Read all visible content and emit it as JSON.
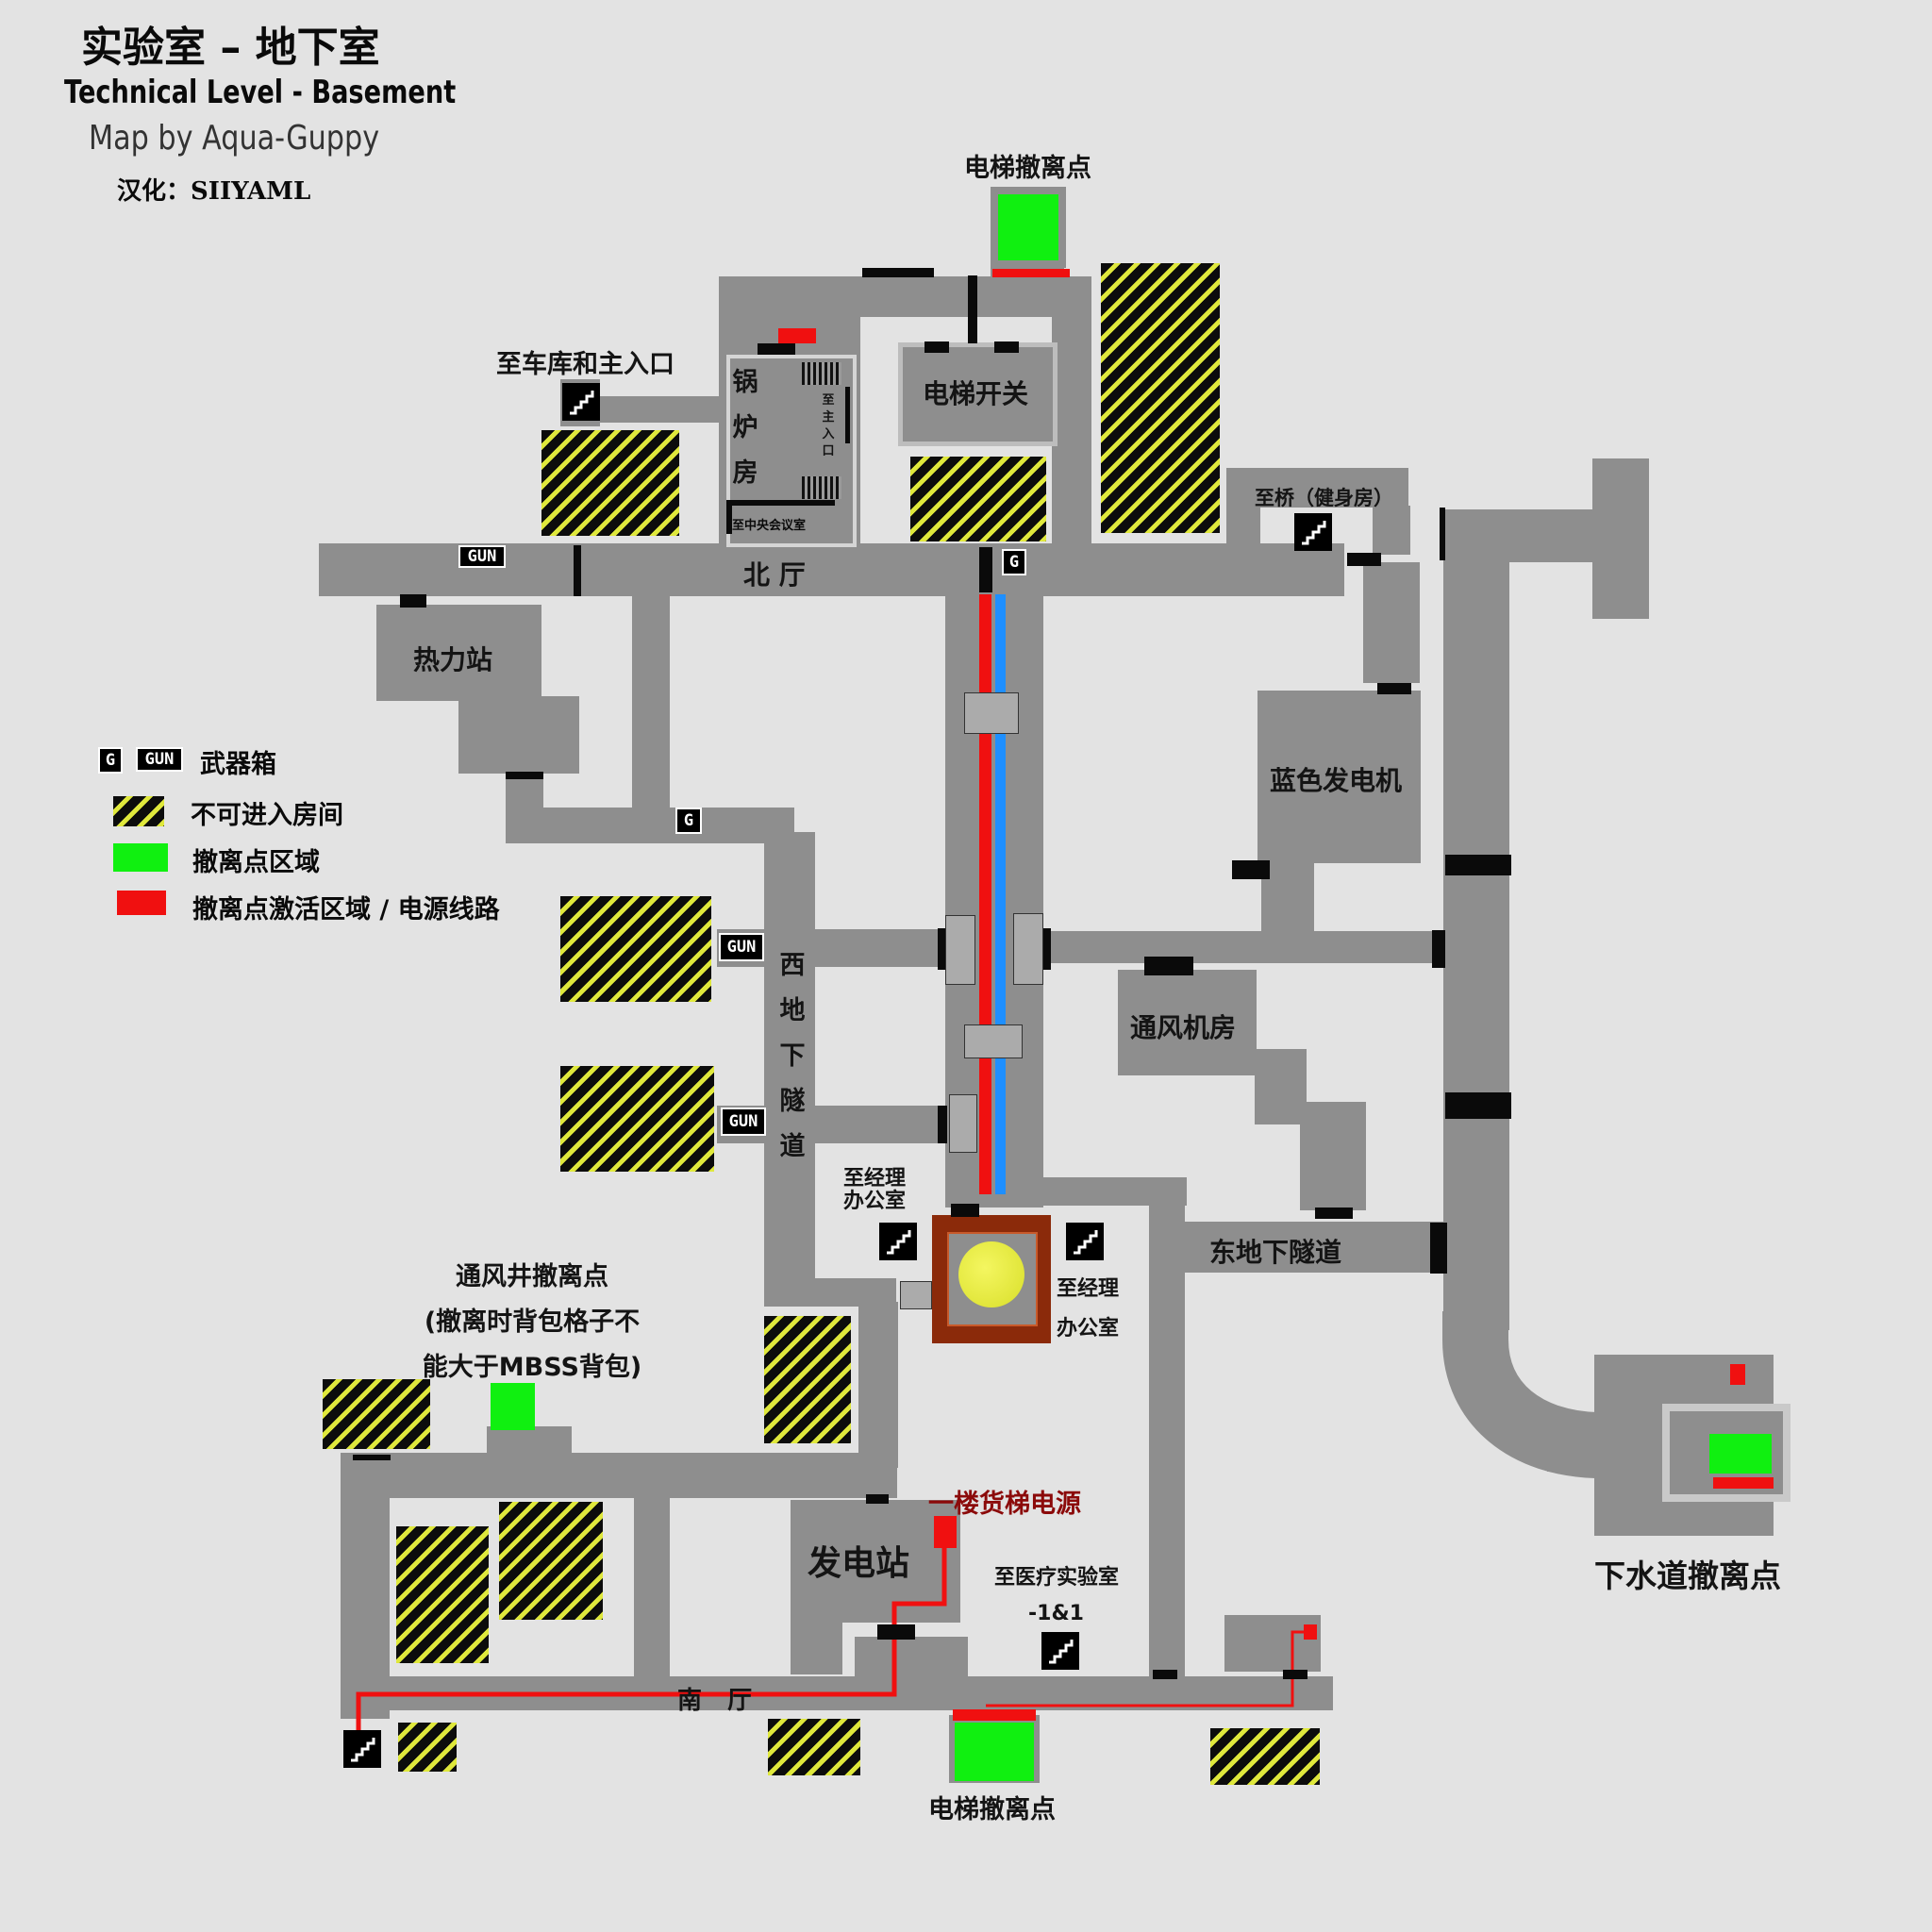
{
  "header": {
    "title_cn": "实验室 – 地下室",
    "title_en": "Technical Level - Basement",
    "credit": "Map by Aqua-Guppy",
    "translator": "汉化：SIIYAML"
  },
  "legend": {
    "weapon_badge_g": "G",
    "weapon_badge_gun": "GUN",
    "weapon": "武器箱",
    "inaccessible": "不可进入房间",
    "extract_zone": "撤离点区域",
    "activation": "撤离点激活区域 / 电源线路"
  },
  "labels": {
    "elevator_extract_top": "电梯撤离点",
    "to_garage": "至车库和主入口",
    "boiler": [
      "锅",
      "炉",
      "房"
    ],
    "to_main_entrance": [
      "至",
      "主",
      "入",
      "口"
    ],
    "to_central_meeting": "至中央会议室",
    "elevator_switch": "电梯开关",
    "to_bridge": "至桥（健身房）",
    "north_hall": "北 厅",
    "heating_station": "热力站",
    "blue_generator": "蓝色发电机",
    "west_tunnel": [
      "西",
      "地",
      "下",
      "隧",
      "道"
    ],
    "ventilation_room": "通风机房",
    "east_tunnel": "东地下隧道",
    "to_manager_left": [
      "至经理",
      "办公室"
    ],
    "to_manager_right": [
      "至经理",
      "办公室"
    ],
    "vent_extract": [
      "通风井撤离点",
      "(撤离时背包格子不",
      "能大于MBSS背包)"
    ],
    "power_station": "发电站",
    "freight_power": "一楼货梯电源",
    "to_medical": "至医疗实验室",
    "floors": "-1&1",
    "south_hall": "南   厅",
    "elevator_extract_bottom": "电梯撤离点",
    "sewer_extract": "下水道撤离点"
  },
  "badges": {
    "g1": "G",
    "g2": "G",
    "gun1": "GUN",
    "gun2": "GUN",
    "gun3": "GUN"
  },
  "colors": {
    "background": "#e3e3e3",
    "corridor": "#8e8e8e",
    "extract_zone": "#10f010",
    "activation": "#f01010",
    "hazard_yellow": "#dfe83c",
    "power_line_blue": "#1e8fff",
    "freight_label": "#8b0a0a",
    "manager_room": "#8b2a0a",
    "manager_circle": "#e8ec3a"
  },
  "icons": {
    "stairs": "stairs-icon",
    "weapon_box": "weapon-box-icon",
    "manager_room_marker": "yellow-circle-icon"
  }
}
